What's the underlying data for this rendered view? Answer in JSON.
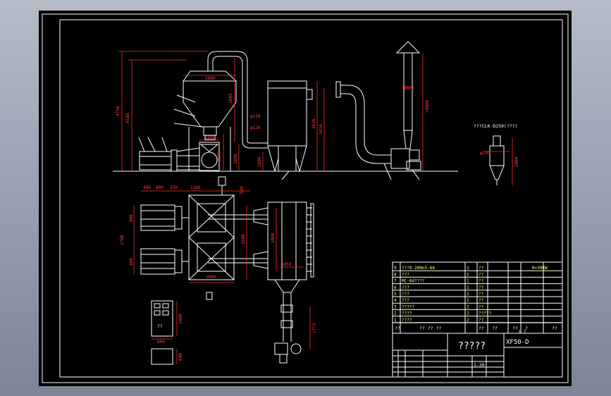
{
  "drawing": {
    "title_main": "?????",
    "model_code": "XF50-D",
    "scale": "1:20",
    "cyclone_label": "???CLK-D250(???)",
    "dims_red": {
      "front_total_height": "4758",
      "front_upper_height": "4588",
      "hopper_width": "1800",
      "pipe_rise": "2605",
      "pipe_d150": "φ150",
      "pipe_d120": "φ120",
      "base_height_a": "2000",
      "base_height_b": "1800",
      "base_height_c": "1000",
      "fan_width": "1000",
      "filter_height_a": "3636",
      "filter_height_b": "3410",
      "stack_d400": "φ400",
      "stack_height": ">9000",
      "cyc_d250": "φ250",
      "cyc_height": "2000",
      "plan_w1": "400",
      "plan_w2": "800",
      "plan_w3": "330",
      "plan_w4": "1300",
      "plan_w5": "500",
      "plan_h1": "800",
      "plan_h2": "1700",
      "plan_h3": "800",
      "plan_h4": "3500",
      "plan_w6": "1800",
      "filter_plan_h": "3000",
      "filter_plan_w": "1050",
      "duct_len": "1773",
      "panel_h": "1400",
      "panel_w": "800",
      "box_h": "600"
    },
    "panel_label": "??"
  },
  "bom": {
    "rows": [
      {
        "no": "9",
        "name": "???9-26No5.6A",
        "qty": "1",
        "mat": "??",
        "note": "N=30KW"
      },
      {
        "no": "8",
        "name": "???",
        "qty": "1",
        "mat": "??",
        "note": ""
      },
      {
        "no": "7",
        "name": "MC-84????",
        "qty": "1",
        "mat": "??",
        "note": ""
      },
      {
        "no": "6",
        "name": "???",
        "qty": "1",
        "mat": "??",
        "note": ""
      },
      {
        "no": "5",
        "name": "???",
        "qty": "1",
        "mat": "??",
        "note": ""
      },
      {
        "no": "4",
        "name": "???",
        "qty": "1",
        "mat": "??",
        "note": ""
      },
      {
        "no": "3",
        "name": "?????",
        "qty": "2",
        "mat": "??",
        "note": ""
      },
      {
        "no": "2",
        "name": "????",
        "qty": "2",
        "mat": "?????",
        "note": ""
      },
      {
        "no": "1",
        "name": "????",
        "qty": "2",
        "mat": "??",
        "note": ""
      }
    ],
    "header": {
      "no": "??",
      "name": "?? ?? ??",
      "qty": "??",
      "mat": "??",
      "weight1": "??",
      "weight2": "?",
      "note": "??"
    },
    "sub_header": "1 ?"
  }
}
